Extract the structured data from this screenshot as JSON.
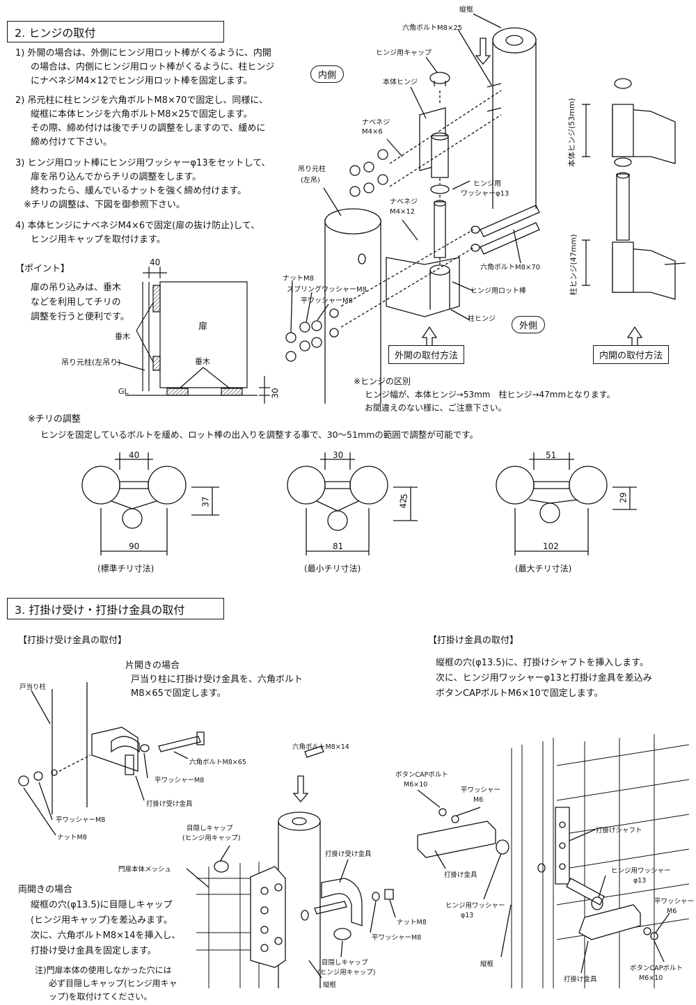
{
  "section2": {
    "title": "2. ヒンジの取付",
    "steps": [
      {
        "line1": "1) 外開の場合は、外側にヒンジ用ロット棒がくるように、内開",
        "line2": "の場合は、内側にヒンジ用ロット棒がくるように、柱ヒンジ",
        "line3": "にナベネジM4×12でヒンジ用ロット棒を固定します。"
      },
      {
        "line1": "2) 吊元柱に柱ヒンジを六角ボルトM8×70で固定し、同様に、",
        "line2": "縦框に本体ヒンジを六角ボルトM8×25で固定します。",
        "line3": "その際、締め付けは後でチリの調整をしますので、緩めに",
        "line4": "締め付けて下さい。"
      },
      {
        "line1": "3) ヒンジ用ロット棒にヒンジ用ワッシャーφ13をセットして、",
        "line2": "扉を吊り込んでからチリの調整をします。",
        "line3": "終わったら、緩んでいるナットを強く締め付けます。",
        "line4": "※チリの調整は、下図を御参照下さい。"
      },
      {
        "line1": "4) 本体ヒンジにナベネジM4×6で固定(扉の抜け防止)して、",
        "line2": "ヒンジ用キャップを取付けます。"
      }
    ],
    "point": {
      "heading": "【ポイント】",
      "line1": "扉の吊り込みは、垂木",
      "line2": "などを利用してチリの",
      "line3": "調整を行うと便利です。",
      "dim_top": "40",
      "dim_right": "30",
      "door": "扉",
      "taruki1": "垂木",
      "taruki2": "垂木",
      "post": "吊り元柱(左吊り)",
      "gl": "GL"
    },
    "exploded": {
      "tatewaku": "縦框",
      "bolt25": "六角ボルトM8×25",
      "cap": "ヒンジ用キャップ",
      "body_hinge": "本体ヒンジ",
      "inner": "内側",
      "nabe6a": "ナベネジ",
      "nabe6b": "M4×6",
      "post_a": "吊り元柱",
      "post_b": "(左吊)",
      "washer13a": "ヒンジ用",
      "washer13b": "ワッシャーφ13",
      "nabe12a": "ナベネジ",
      "nabe12b": "M4×12",
      "bolt70": "六角ボルトM8×70",
      "nut": "ナットM8",
      "spring": "スプリングワッシャーM8",
      "flat": "平ワッシャーM8",
      "rod": "ヒンジ用ロット棒",
      "post_hinge": "柱ヒンジ",
      "outer": "外側",
      "outward": "外開の取付方法",
      "inward": "内開の取付方法",
      "body53": "本体ヒンジ(53mm)",
      "post47": "柱ヒンジ(47mm)"
    },
    "note": {
      "line1": "※ヒンジの区別",
      "line2": "ヒンジ幅が、本体ヒンジ→53mm　柱ヒンジ→47mmとなります。",
      "line3": "お間違えのない様に、ご注意下さい。"
    },
    "chiri": {
      "heading": "※チリの調整",
      "desc": "ヒンジを固定しているボルトを緩め、ロット棒の出入りを調整する事で、30〜51mmの範囲で調整が可能です。",
      "diagrams": [
        {
          "top": "40",
          "side": "37",
          "side2": "",
          "bottom": "90",
          "caption": "(標準チリ寸法)"
        },
        {
          "top": "30",
          "side": "42",
          "side2": "5",
          "bottom": "81",
          "caption": "(最小チリ寸法)"
        },
        {
          "top": "51",
          "side": "29",
          "side2": "",
          "bottom": "102",
          "caption": "(最大チリ寸法)"
        }
      ]
    }
  },
  "section3": {
    "title": "3. 打掛け受け・打掛け金具の取付",
    "left_heading": "【打掛け受け金具の取付】",
    "single": {
      "heading": "片開きの場合",
      "line1": "戸当り柱に打掛け受け金具を、六角ボルト",
      "line2": "M8×65で固定します。"
    },
    "labels_left": {
      "todomari": "戸当り柱",
      "bolt65": "六角ボルトM8×65",
      "flat": "平ワッシャーM8",
      "receiver": "打掛け受け金具",
      "flat2": "平ワッシャーM8",
      "nut": "ナットM8"
    },
    "double": {
      "heading": "両開きの場合",
      "line1": "縦框の穴(φ13.5)に目隠しキャップ",
      "line2": "(ヒンジ用キャップ)を差込みます。",
      "line3": "次に、六角ボルトM8×14を挿入し、",
      "line4": "打掛け受け金具を固定します。",
      "note1": "注)門扉本体の使用しなかった穴には",
      "note2": "必ず目隠しキャップ(ヒンジ用キャ",
      "note3": "ップ)を取付けてください。"
    },
    "labels_mid": {
      "bolt14": "六角ボルトM8×14",
      "blind1a": "目隠しキャップ",
      "blind1b": "(ヒンジ用キャップ)",
      "mesh": "門扉本体メッシュ",
      "receiver": "打掛け受け金具",
      "nut": "ナットM8",
      "flat": "平ワッシャーM8",
      "blind2a": "目隠しキャップ",
      "blind2b": "(ヒンジ用キャップ)",
      "tatewaku": "縦框"
    },
    "right_heading": "【打掛け金具の取付】",
    "latch": {
      "line1": "縦框の穴(φ13.5)に、打掛けシャフトを挿入します。",
      "line2": "次に、ヒンジ用ワッシャーφ13と打掛け金具を差込み",
      "line3": "ボタンCAPボルトM6×10で固定します。"
    },
    "labels_right": {
      "capbolt_a": "ボタンCAPボルト",
      "capbolt_b": "M6×10",
      "flat_a": "平ワッシャー",
      "flat_b": "M6",
      "latch": "打掛け金具",
      "shaft": "打掛けシャフト",
      "hw1a": "ヒンジ用ワッシャー",
      "hw1b": "φ13",
      "hw2a": "ヒンジ用ワッシャー",
      "hw2b": "φ13",
      "tatewaku": "縦框",
      "flat2_a": "平ワッシャー",
      "flat2_b": "M6",
      "capbolt2_a": "ボタンCAPボルト",
      "capbolt2_b": "M6×10",
      "latch2": "打掛け金具"
    }
  }
}
